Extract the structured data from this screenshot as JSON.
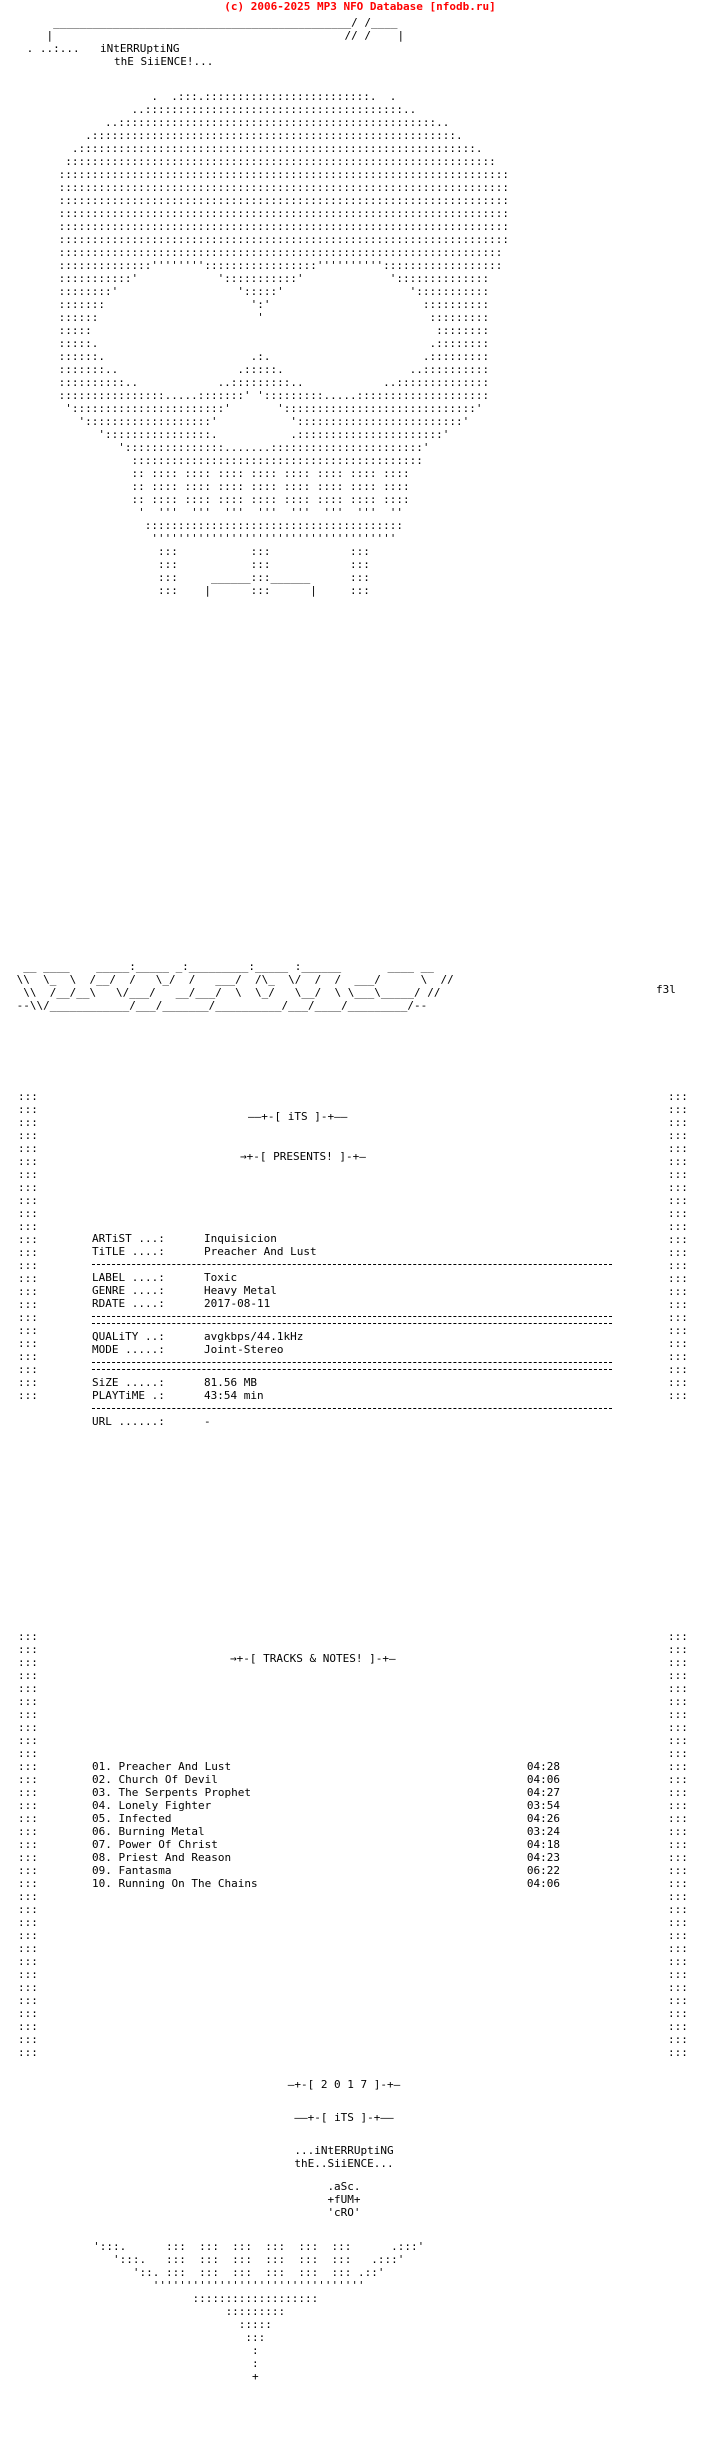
{
  "header": {
    "copyright": "(c) 2006-2025 MP3 NFO Database [nfodb.ru]"
  },
  "group": {
    "name_line1": "iNtERRUptiNG",
    "name_line2": "thE SiiENCE!...",
    "presents": "→+-[ PRESENTS! ]-+—",
    "its": "——+-[ iTS ]-+——",
    "f3l": "f3l"
  },
  "release": {
    "artist_label": "ARTiST ...:",
    "artist": "Inquisicion",
    "title_label": "TiTLE ....:",
    "title": "Preacher And Lust",
    "label_label": "LABEL ....:",
    "label": "Toxic",
    "genre_label": "GENRE ....:",
    "genre": "Heavy Metal",
    "rdate_label": "RDATE ....:",
    "rdate": "2017-08-11",
    "quality_label": "QUALiTY ..:",
    "quality": "avgkbps/44.1kHz",
    "mode_label": "MODE .....:",
    "mode": "Joint-Stereo",
    "size_label": "SiZE .....:",
    "size": "81.56 MB",
    "playtime_label": "PLAYTiME .:",
    "playtime": "43:54 min",
    "url_label": "URL ......:",
    "url": "-"
  },
  "tracks_header": "→+-[ TRACKS & NOTES! ]-+—",
  "tracks": [
    {
      "name": "01. Preacher And Lust",
      "time": "04:28"
    },
    {
      "name": "02. Church Of Devil",
      "time": "04:06"
    },
    {
      "name": "03. The Serpents Prophet",
      "time": "04:27"
    },
    {
      "name": "04. Lonely Fighter",
      "time": "03:54"
    },
    {
      "name": "05. Infected",
      "time": "04:26"
    },
    {
      "name": "06. Burning Metal",
      "time": "03:24"
    },
    {
      "name": "07. Power Of Christ",
      "time": "04:18"
    },
    {
      "name": "08. Priest And Reason",
      "time": "04:23"
    },
    {
      "name": "09. Fantasma",
      "time": "06:22"
    },
    {
      "name": "10. Running On The Chains",
      "time": "04:06"
    }
  ],
  "footer": {
    "year": "—+-[ 2 0 1 7 ]-+—",
    "its": "——+-[ iTS ]-+——",
    "name_line1": "...iNtERRUptiNG",
    "name_line2": "thE..SiiENCE...",
    "credit1": ".aSc.",
    "credit2": "+fUM+",
    "credit3": "'cRO'"
  }
}
